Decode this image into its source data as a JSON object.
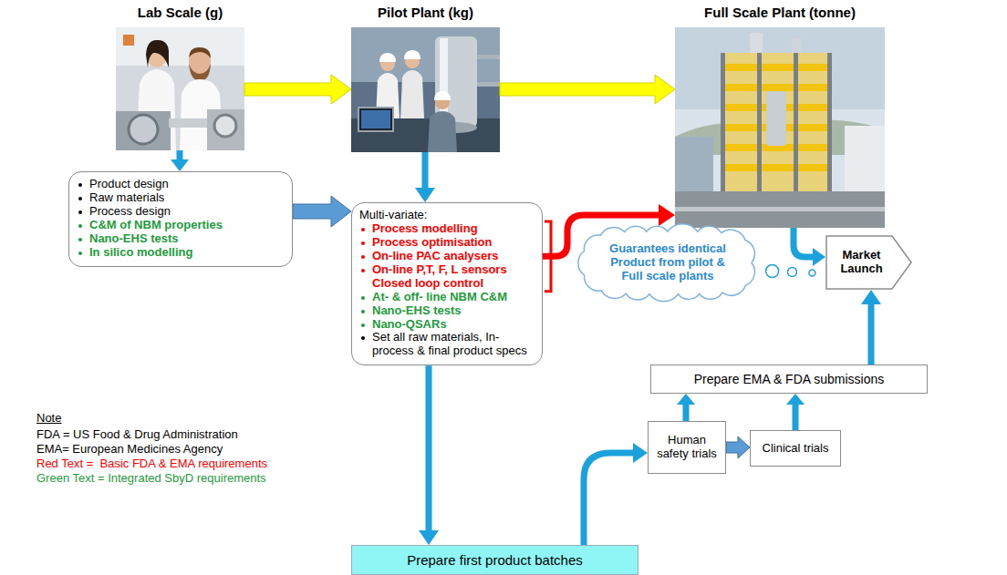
{
  "diagram": {
    "nodes": [
      {
        "text": [
          "Lab Scale (g)"
        ]
      },
      {
        "text": [
          "Pilot Plant (kg)"
        ]
      },
      {
        "text": [
          "Full Scale Plant (tonne)"
        ]
      },
      {
        "text": [
          "Product design",
          "Raw materials",
          "Process design",
          "C&M of NBM properties",
          "Nano-EHS tests",
          "In silico modelling"
        ]
      },
      {
        "text": [
          "Multi-variate:",
          "Process modelling",
          "Process optimisation",
          "On-line PAC analysers",
          "On-line P,T, F, L sensors Closed loop control",
          "At- & off- line NBM C&M",
          "Nano-EHS tests",
          "Nano-QSARs",
          "Set all raw materials, In-process & final product specs"
        ]
      },
      {
        "text": [
          "Guarantees identical Product from pilot & Full scale plants"
        ]
      },
      {
        "text": [
          "Market Launch"
        ]
      },
      {
        "text": [
          "Prepare EMA & FDA submissions"
        ]
      },
      {
        "text": [
          "Human safety trials"
        ]
      },
      {
        "text": [
          "Clinical trials"
        ]
      },
      {
        "text": [
          "Prepare first product batches"
        ]
      }
    ],
    "edges": [
      {
        "from": 0,
        "to": 1,
        "arrow": "to"
      },
      {
        "from": 1,
        "to": 2,
        "arrow": "to"
      },
      {
        "from": 0,
        "to": 3,
        "arrow": "to"
      },
      {
        "from": 1,
        "to": 4,
        "arrow": "to"
      },
      {
        "from": 3,
        "to": 4,
        "arrow": "to"
      },
      {
        "from": 4,
        "to": 2,
        "arrow": "to"
      },
      {
        "from": 2,
        "to": 6,
        "arrow": "to"
      },
      {
        "from": 5,
        "to": 6,
        "arrow": "none"
      },
      {
        "from": 4,
        "to": 10,
        "arrow": "to"
      },
      {
        "from": 10,
        "to": 8,
        "arrow": "to"
      },
      {
        "from": 8,
        "to": 9,
        "arrow": "to"
      },
      {
        "from": 8,
        "to": 7,
        "arrow": "to"
      },
      {
        "from": 9,
        "to": 7,
        "arrow": "to"
      },
      {
        "from": 7,
        "to": 6,
        "arrow": "to"
      }
    ],
    "labels": [
      "Note",
      "FDA = US Food & Drug Administration",
      "EMA= European Medicines Agency",
      "Red Text =  Basic FDA & EMA requirements",
      "Green Text = Integrated SbyD requirements"
    ]
  }
}
